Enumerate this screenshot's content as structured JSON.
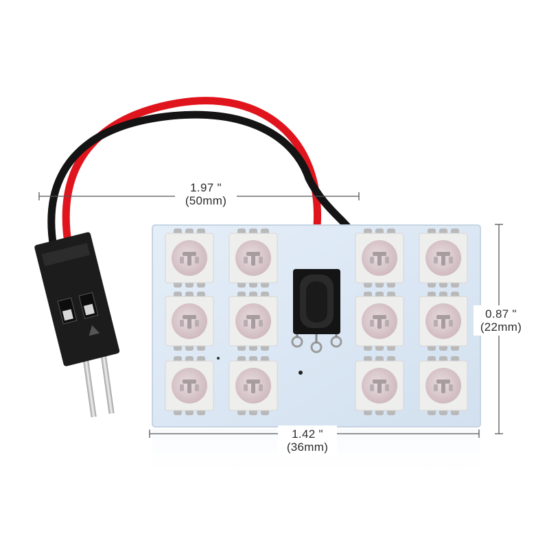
{
  "dimensions": {
    "wire_span": {
      "inches": "1.97 \"",
      "metric": "(50mm)"
    },
    "board_height": {
      "inches": "0.87 \"",
      "metric": "(22mm)"
    },
    "board_width": {
      "inches": "1.42 \"",
      "metric": "(36mm)"
    }
  },
  "colors": {
    "board": "#dde9f5",
    "led_body": "#eeeeec",
    "led_lens": "#d9c9cd",
    "wire_red": "#e0141c",
    "wire_black": "#141414",
    "connector": "#1c1c1c",
    "pin": "#c8c8c8",
    "measure_line": "#555555"
  },
  "product": {
    "led_count": 12,
    "led_layout": "3 rows x 4 columns, split 2 + 2 around a central component",
    "center_component_icon": "ir-receiver-icon",
    "connector_icon": "two-pin-connector-icon"
  }
}
